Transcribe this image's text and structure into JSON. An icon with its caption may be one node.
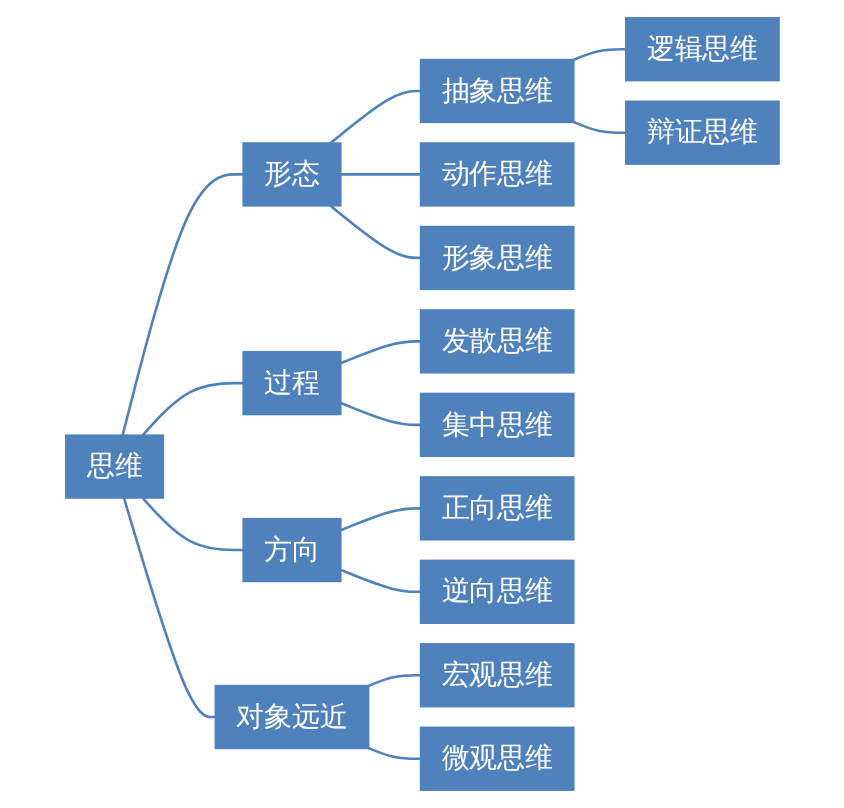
{
  "diagram": {
    "nodes": [
      {
        "text": [
          "思维"
        ]
      },
      {
        "text": [
          "形态"
        ]
      },
      {
        "text": [
          "抽象思维"
        ]
      },
      {
        "text": [
          "逻辑思维"
        ]
      },
      {
        "text": [
          "辩证思维"
        ]
      },
      {
        "text": [
          "动作思维"
        ]
      },
      {
        "text": [
          "形象思维"
        ]
      },
      {
        "text": [
          "过程"
        ]
      },
      {
        "text": [
          "发散思维"
        ]
      },
      {
        "text": [
          "集中思维"
        ]
      },
      {
        "text": [
          "方向"
        ]
      },
      {
        "text": [
          "正向思维"
        ]
      },
      {
        "text": [
          "逆向思维"
        ]
      },
      {
        "text": [
          "对象远近"
        ]
      },
      {
        "text": [
          "宏观思维"
        ]
      },
      {
        "text": [
          "微观思维"
        ]
      }
    ],
    "edges": [
      {
        "from": 0,
        "to": 1,
        "arrow": "none"
      },
      {
        "from": 0,
        "to": 7,
        "arrow": "none"
      },
      {
        "from": 0,
        "to": 10,
        "arrow": "none"
      },
      {
        "from": 0,
        "to": 13,
        "arrow": "none"
      },
      {
        "from": 1,
        "to": 2,
        "arrow": "none"
      },
      {
        "from": 1,
        "to": 5,
        "arrow": "none"
      },
      {
        "from": 1,
        "to": 6,
        "arrow": "none"
      },
      {
        "from": 2,
        "to": 3,
        "arrow": "none"
      },
      {
        "from": 2,
        "to": 4,
        "arrow": "none"
      },
      {
        "from": 7,
        "to": 8,
        "arrow": "none"
      },
      {
        "from": 7,
        "to": 9,
        "arrow": "none"
      },
      {
        "from": 10,
        "to": 11,
        "arrow": "none"
      },
      {
        "from": 10,
        "to": 12,
        "arrow": "none"
      },
      {
        "from": 13,
        "to": 14,
        "arrow": "none"
      },
      {
        "from": 13,
        "to": 15,
        "arrow": "none"
      }
    ]
  }
}
